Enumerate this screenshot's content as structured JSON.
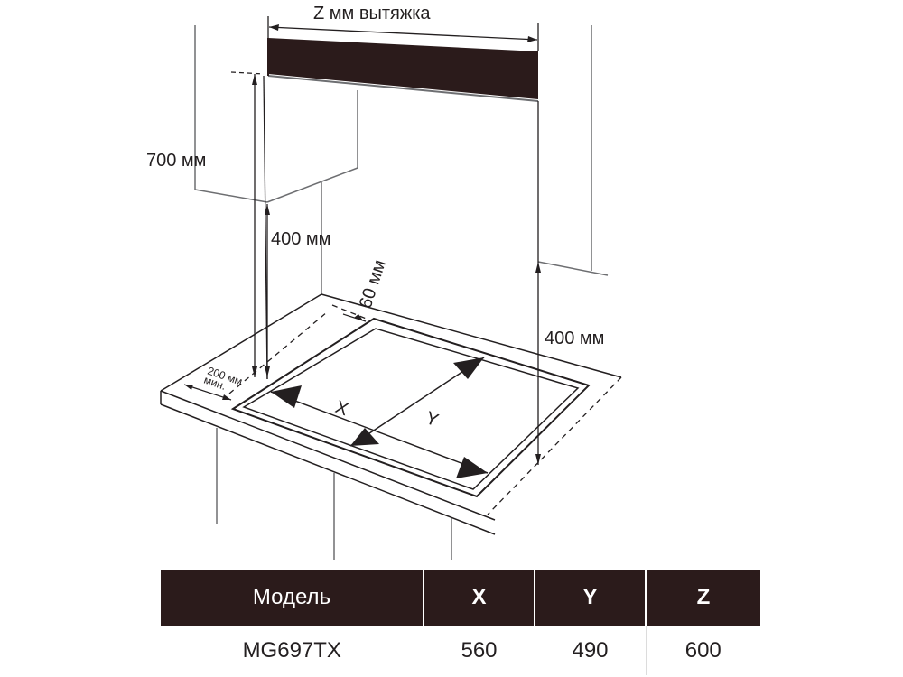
{
  "diagram": {
    "labels": {
      "hood_width": "Z мм вытяжка",
      "height_cabinet": "700 мм",
      "height_hood_left": "400 мм",
      "depth_gap": "60 мм",
      "height_right": "400 мм",
      "side_gap_1": "200 мм",
      "side_gap_2": "мин.",
      "axis_x": "X",
      "axis_y": "Y"
    }
  },
  "spec_table": {
    "headers": [
      "Модель",
      "X",
      "Y",
      "Z"
    ],
    "rows": [
      [
        "MG697TX",
        "560",
        "490",
        "600"
      ]
    ]
  }
}
